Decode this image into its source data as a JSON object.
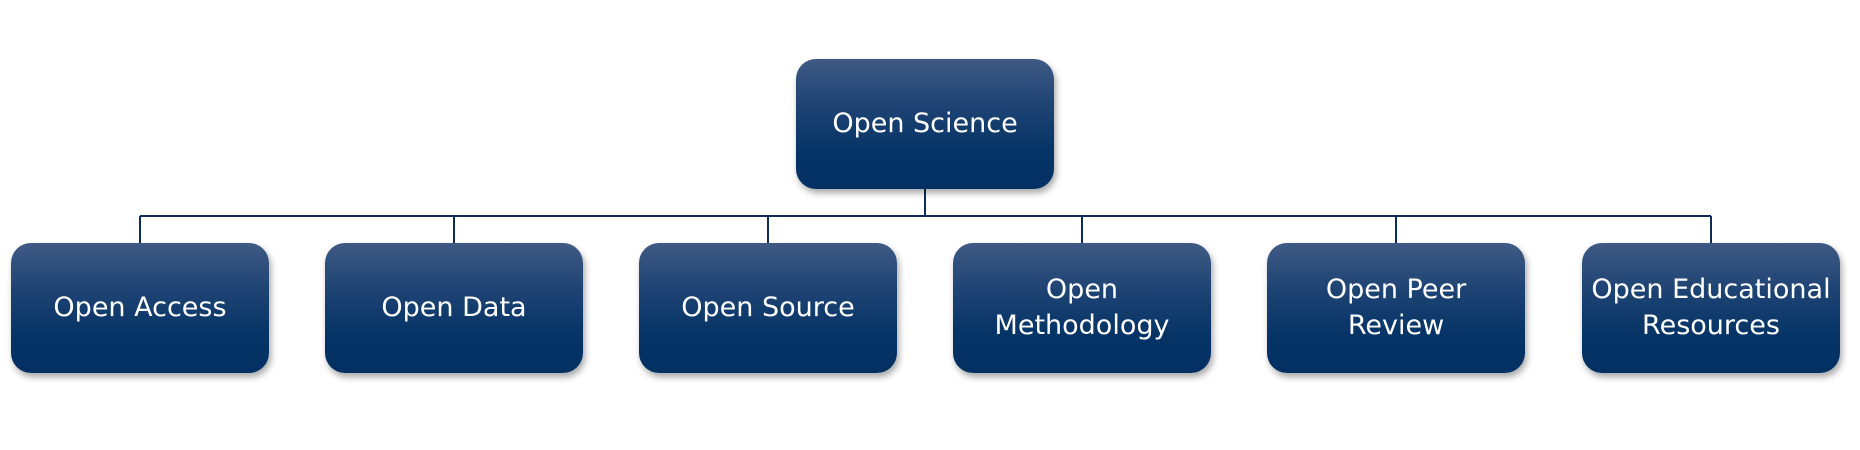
{
  "diagram": {
    "root": {
      "label": "Open Science"
    },
    "children": [
      {
        "label": "Open Access"
      },
      {
        "label": "Open Data"
      },
      {
        "label": "Open Source"
      },
      {
        "label": "Open\nMethodology"
      },
      {
        "label": "Open Peer\nReview"
      },
      {
        "label": "Open Educational\nResources"
      }
    ],
    "colors": {
      "node_fill": "#023062",
      "node_text": "#ffffff",
      "connector": "#0d2d55"
    }
  }
}
